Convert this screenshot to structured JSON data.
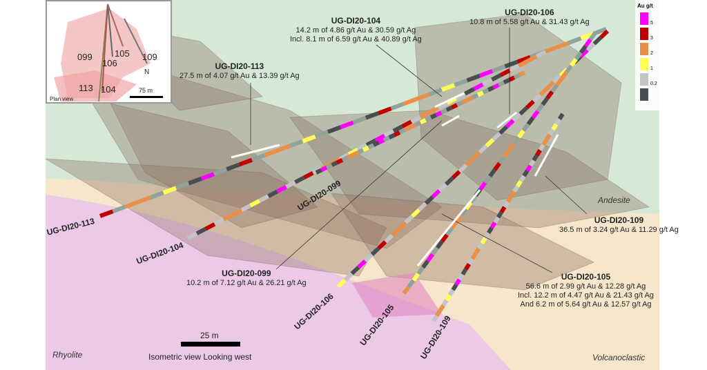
{
  "legend": {
    "title": "Au g/t",
    "items": [
      {
        "label": "5",
        "color": "#ff00ff"
      },
      {
        "label": "3",
        "color": "#c00000"
      },
      {
        "label": "2",
        "color": "#e8904a"
      },
      {
        "label": "1",
        "color": "#ffff55"
      },
      {
        "label": "0.2",
        "color": "#c4c4c8"
      },
      {
        "label": "",
        "color": "#4a4d50"
      }
    ]
  },
  "inset": {
    "labels": [
      "099",
      "105",
      "106",
      "109",
      "113",
      "104"
    ],
    "north": "N",
    "scale": "75 m",
    "caption": "Plan view"
  },
  "holes": {
    "h113": "UG-DI20-113",
    "h104": "UG-DI20-104",
    "h099": "UG-DI20-099",
    "h106": "UG-DI20-106",
    "h105": "UG-DI20-105",
    "h109": "UG-DI20-109"
  },
  "callouts": {
    "c104": {
      "title": "UG-DI20-104",
      "l1": "14.2 m of 4.86 g/t Au & 30.59 g/t Ag",
      "l2": "Incl. 8.1 m of 6.59 g/t Au & 40.89 g/t Ag"
    },
    "c106": {
      "title": "UG-DI20-106",
      "l1": "10.8 m of 5.58 g/t Au & 31.43 g/t Ag"
    },
    "c113": {
      "title": "UG-DI20-113",
      "l1": "27.5 m of 4.07 g/t Au & 13.39 g/t Ag"
    },
    "c109": {
      "title": "UG-DI20-109",
      "l1": "36.5 m of 3.24 g/t Au & 11.29 g/t Ag"
    },
    "c099": {
      "title": "UG-DI20-099",
      "l1": "10.2 m of 7.12 g/t Au & 26.21 g/t Ag"
    },
    "c105": {
      "title": "UG-DI20-105",
      "l1": "56.6 m of 2.99 g/t Au & 12.28 g/t Ag",
      "l2": "Incl. 12.2 m of 4.47 g/t Au & 21.43 g/t Ag",
      "l3": "And 6.2 m of 5.64 g/t Au & 12.57 g/t Ag"
    }
  },
  "units": {
    "andesite": "Andesite",
    "rhyolite": "Rhyolite",
    "volcanoclastic": "Volcanoclastic"
  },
  "scalebar": {
    "label": "25 m",
    "view": "Isometric view Looking west"
  }
}
